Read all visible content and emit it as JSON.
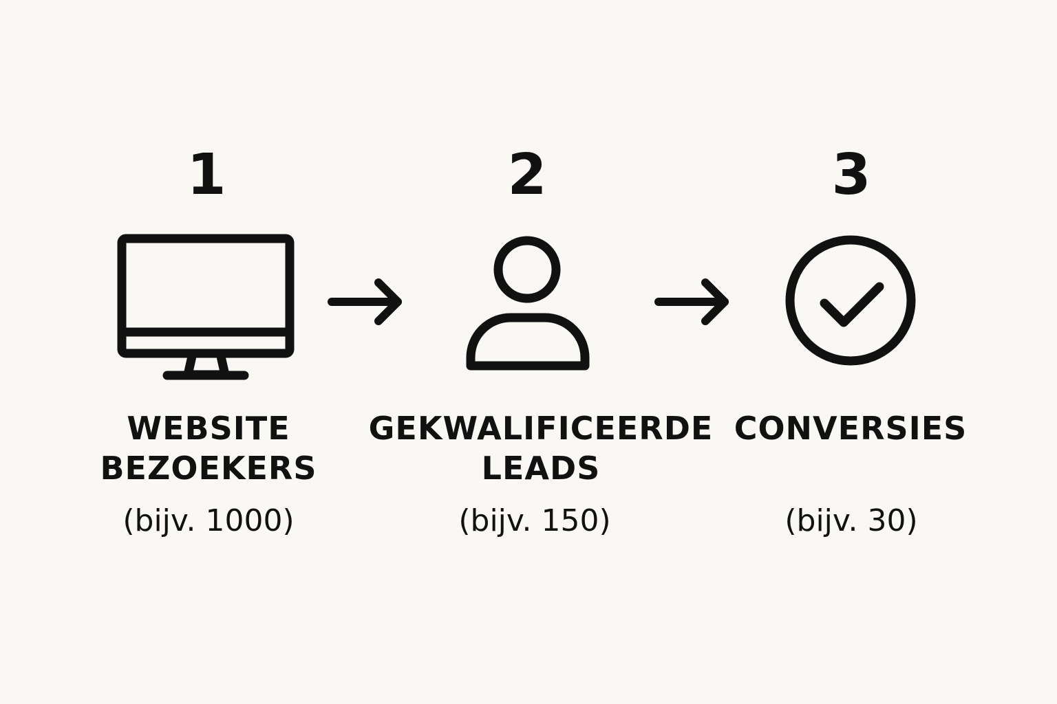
{
  "steps": [
    {
      "number": "1",
      "title_lines": [
        "WEBSITE",
        "BEZOEKERS"
      ],
      "example": "(bijv. 1000)",
      "icon": "monitor-icon"
    },
    {
      "number": "2",
      "title_lines": [
        "GEKWALIFICEERDE",
        "LEADS"
      ],
      "example": "(bijv. 150)",
      "icon": "person-icon"
    },
    {
      "number": "3",
      "title_lines": [
        "CONVERSIES",
        ""
      ],
      "example": "(bijv. 30)",
      "icon": "check-circle-icon"
    }
  ],
  "connectors": [
    "arrow-right-icon",
    "arrow-right-icon"
  ],
  "colors": {
    "background": "#faf8f4",
    "ink": "#111111"
  }
}
